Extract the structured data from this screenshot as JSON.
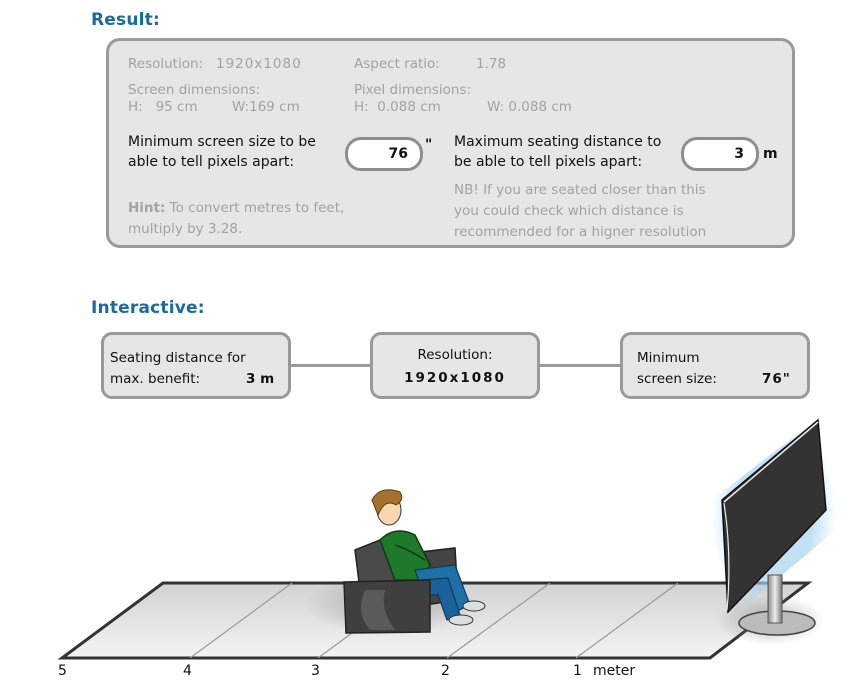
{
  "result": {
    "title": "Result:",
    "resolution_label": "Resolution:",
    "resolution_value": "1920x1080",
    "aspect_label": "Aspect ratio:",
    "aspect_value": "1.78",
    "screen_dims_label": "Screen dimensions:",
    "screen_h": "H:   95 cm",
    "screen_w": "W:169 cm",
    "pixel_dims_label": "Pixel dimensions:",
    "pixel_h": "H:  0.088 cm",
    "pixel_w": "W: 0.088 cm",
    "min_size_label_1": "Minimum screen size to be",
    "min_size_label_2": "able to tell pixels apart:",
    "min_size_value": "76",
    "min_size_unit": "\"",
    "max_dist_label_1": "Maximum seating distance to",
    "max_dist_label_2": "be able to tell pixels apart:",
    "max_dist_value": "3",
    "max_dist_unit": "m",
    "hint_bold": "Hint:",
    "hint_text_1": " To convert metres to feet,",
    "hint_text_2": "multiply by 3.28.",
    "nb_1": "NB! If you are seated closer than this",
    "nb_2": "you could check which distance is",
    "nb_3": "recommended for a higner resolution"
  },
  "interactive": {
    "title": "Interactive:",
    "seating": {
      "label_1": "Seating distance for",
      "label_2": "max. benefit:",
      "value": "3 m"
    },
    "resolution": {
      "label": "Resolution:",
      "value": "1920x1080"
    },
    "min_size": {
      "label_1": "Minimum",
      "label_2": "screen size:",
      "value": "76\""
    }
  },
  "scene": {
    "ruler_labels": [
      "5",
      "4",
      "3",
      "2",
      "1",
      "meter"
    ],
    "colors": {
      "floor": "#e8e8e8",
      "floor_edge": "#333333",
      "tv": "#333333",
      "glow": "#a8d4ee",
      "shirt": "#1e7a2a",
      "jeans": "#1f6fa8",
      "chair": "#4a4a4a"
    }
  }
}
